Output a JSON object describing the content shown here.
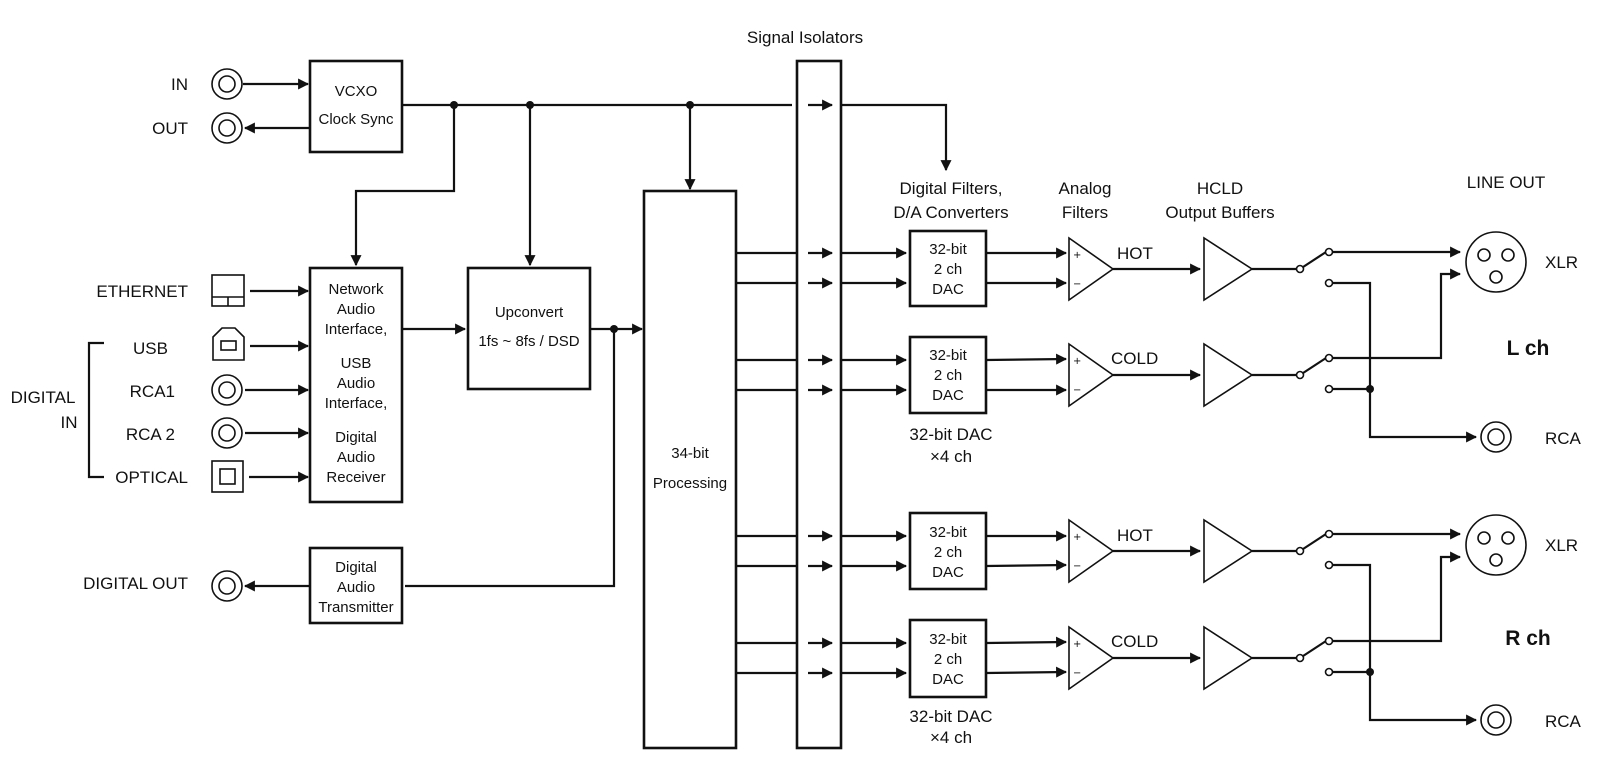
{
  "signal_isolators": "Signal Isolators",
  "clock": {
    "in": "IN",
    "out": "OUT",
    "vcxo": "VCXO",
    "sync": "Clock  Sync"
  },
  "inputs": {
    "ethernet": "ETHERNET",
    "usb": "USB",
    "rca1": "RCA1",
    "rca2": "RCA 2",
    "optical": "OPTICAL",
    "digital_in_1": "DIGITAL",
    "digital_in_2": "IN"
  },
  "interface": [
    "Network",
    "Audio",
    "Interface,",
    "USB",
    "Audio",
    "Interface,",
    "Digital",
    "Audio",
    "Receiver"
  ],
  "upconvert": {
    "line1": "Upconvert",
    "line2": "1fs ~ 8fs / DSD"
  },
  "processing": {
    "line1": "34-bit",
    "line2": "Processing"
  },
  "digital_out": {
    "label": "DIGITAL OUT",
    "box": [
      "Digital",
      "Audio",
      "Transmitter"
    ]
  },
  "headers": {
    "dac": [
      "Digital Filters,",
      "D/A Converters"
    ],
    "analog": [
      "Analog",
      "Filters"
    ],
    "hcld": [
      "HCLD",
      "Output Buffers"
    ],
    "line_out": "LINE OUT"
  },
  "dac_box": [
    "32-bit",
    "2 ch",
    "DAC"
  ],
  "dac_note": [
    "32-bit DAC",
    "×4 ch"
  ],
  "signs": {
    "plus": "+",
    "minus": "−"
  },
  "polarity": {
    "hot": "HOT",
    "cold": "COLD"
  },
  "channels": {
    "left": "L ch",
    "right": "R ch"
  },
  "connectors": {
    "xlr": "XLR",
    "rca": "RCA"
  }
}
